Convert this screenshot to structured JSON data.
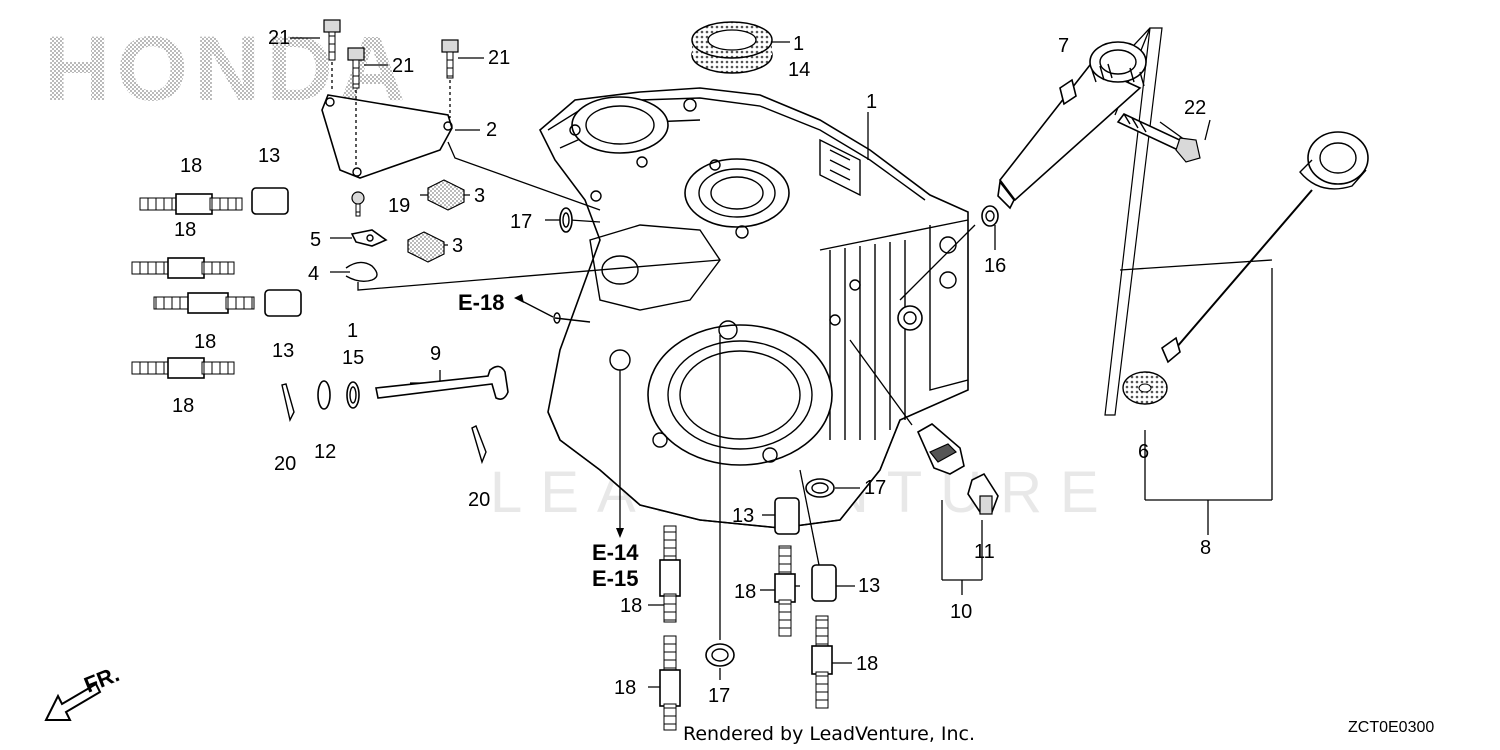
{
  "brand_logo": "HONDA",
  "watermark": "LEADVENTURE",
  "footer_credit": "Rendered by LeadVenture, Inc.",
  "diagram_code": "ZCT0E0300",
  "front_indicator": "FR.",
  "ref_labels": {
    "e18": "E-18",
    "e14": "E-14",
    "e15": "E-15"
  },
  "callouts": {
    "c1a": "1",
    "c14": "14",
    "c1b": "1",
    "c1c": "1",
    "c2": "2",
    "c3a": "3",
    "c3b": "3",
    "c4": "4",
    "c5": "5",
    "c6": "6",
    "c7": "7",
    "c8": "8",
    "c9": "9",
    "c10": "10",
    "c11": "11",
    "c12": "12",
    "c13a": "13",
    "c13b": "13",
    "c13c": "13",
    "c13d": "13",
    "c15": "15",
    "c16": "16",
    "c17a": "17",
    "c17b": "17",
    "c17c": "17",
    "c18a": "18",
    "c18b": "18",
    "c18c": "18",
    "c18d": "18",
    "c18e": "18",
    "c18f": "18",
    "c18g": "18",
    "c19": "19",
    "c20a": "20",
    "c20b": "20",
    "c21a": "21",
    "c21b": "21",
    "c21c": "21",
    "c22": "22"
  }
}
